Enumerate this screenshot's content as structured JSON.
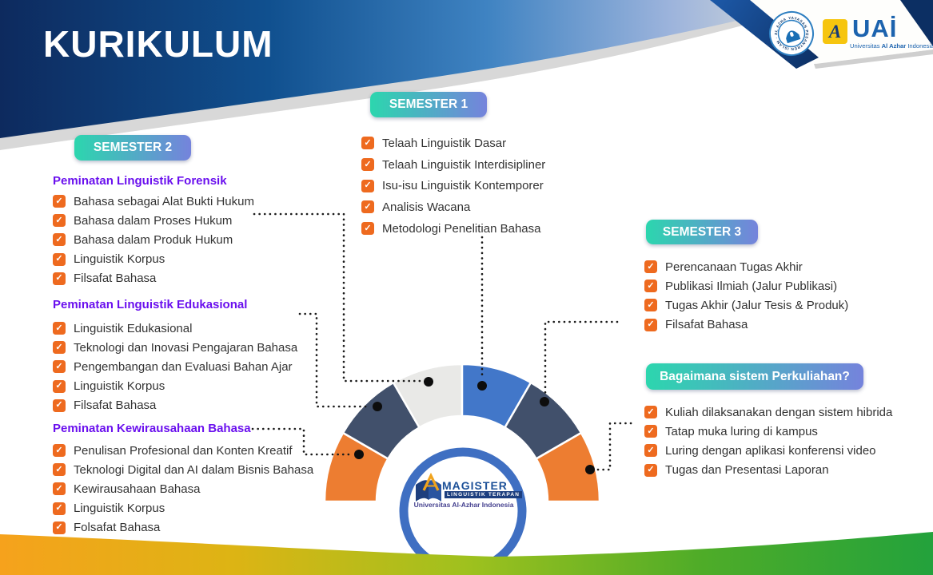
{
  "slide": {
    "title": "KURIKULUM"
  },
  "icons": {
    "check": "✓"
  },
  "logos": {
    "yayasan": {
      "ring_text": "YAYASAN PESANTREN ISLAM · AL AZHAR ·"
    },
    "uai": {
      "a_letter": "A",
      "acronym": "UAİ",
      "subtitle_prefix": "Universitas ",
      "subtitle_bold": "Al Azhar",
      "subtitle_suffix": " Indonesia"
    }
  },
  "emblem": {
    "line1": "MAGISTER",
    "line2": "LINGUISTIK TERAPAN",
    "line3": "Universitas Al-Azhar Indonesia"
  },
  "semester1": {
    "badge": "SEMESTER 1",
    "items": [
      "Telaah Linguistik Dasar",
      "Telaah Linguistik Interdisipliner",
      "Isu-isu Linguistik Kontemporer",
      "Analisis Wacana",
      "Metodologi Penelitian Bahasa"
    ]
  },
  "semester2": {
    "badge": "SEMESTER 2",
    "groups": [
      {
        "heading": "Peminatan Linguistik Forensik",
        "items": [
          "Bahasa sebagai Alat Bukti Hukum",
          "Bahasa dalam Proses Hukum",
          "Bahasa dalam Produk Hukum",
          "Linguistik Korpus",
          "Filsafat Bahasa"
        ]
      },
      {
        "heading": "Peminatan Linguistik Edukasional",
        "items": [
          "Linguistik Edukasional",
          "Teknologi dan Inovasi Pengajaran Bahasa",
          "Pengembangan dan Evaluasi Bahan Ajar",
          "Linguistik Korpus",
          "Filsafat Bahasa"
        ]
      },
      {
        "heading": "Peminatan Kewirausahaan Bahasa",
        "items": [
          "Penulisan Profesional dan Konten Kreatif",
          "Teknologi Digital dan AI dalam Bisnis Bahasa",
          "Kewirausahaan Bahasa",
          "Linguistik Korpus",
          "Folsafat Bahasa"
        ]
      }
    ]
  },
  "semester3": {
    "badge": "SEMESTER 3",
    "items": [
      "Perencanaan Tugas Akhir",
      "Publikasi Ilmiah (Jalur Publikasi)",
      "Tugas Akhir (Jalur Tesis & Produk)",
      "Filsafat Bahasa"
    ]
  },
  "perkuliahan": {
    "badge": "Bagaimana sistem Perkuliahan?",
    "items": [
      "Kuliah dilaksanakan dengan sistem hibrida",
      "Tatap muka luring di kampus",
      "Luring dengan aplikasi konferensi video",
      "Tugas dan Presentasi Laporan"
    ]
  },
  "chart_data": {
    "type": "gauge",
    "description": "Semi-circular curriculum wheel, 6 equal 30° segments; dotted connectors link each segment to a course list",
    "segments": [
      {
        "label": "Peminatan Kewirausahaan Bahasa",
        "color": "#ED7D31"
      },
      {
        "label": "Peminatan Linguistik Edukasional",
        "color": "#41506B"
      },
      {
        "label": "Peminatan Linguistik Forensik",
        "color": "#E9E9E7"
      },
      {
        "label": "Semester 1",
        "color": "#4277C9"
      },
      {
        "label": "Semester 3",
        "color": "#41506B"
      },
      {
        "label": "Bagaimana sistem Perkuliahan?",
        "color": "#ED7D31"
      }
    ]
  },
  "colors": {
    "checkbox_orange": "#EE6A1F",
    "heading_purple": "#6A10EE",
    "badge_teal": "#2CD6AE",
    "badge_violet": "#7583DC",
    "header_navy": "#0D2A5E",
    "wave_yellow": "#F6A21C",
    "wave_green": "#23A23C"
  }
}
